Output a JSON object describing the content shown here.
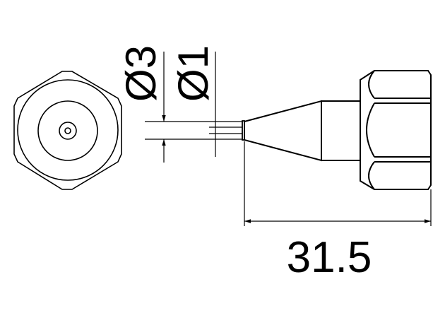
{
  "drawing": {
    "diameter_outer_label": "Ø3",
    "diameter_inner_label": "Ø1",
    "length_label": "31.5"
  },
  "colors": {
    "line": "#000000",
    "background": "#ffffff"
  }
}
